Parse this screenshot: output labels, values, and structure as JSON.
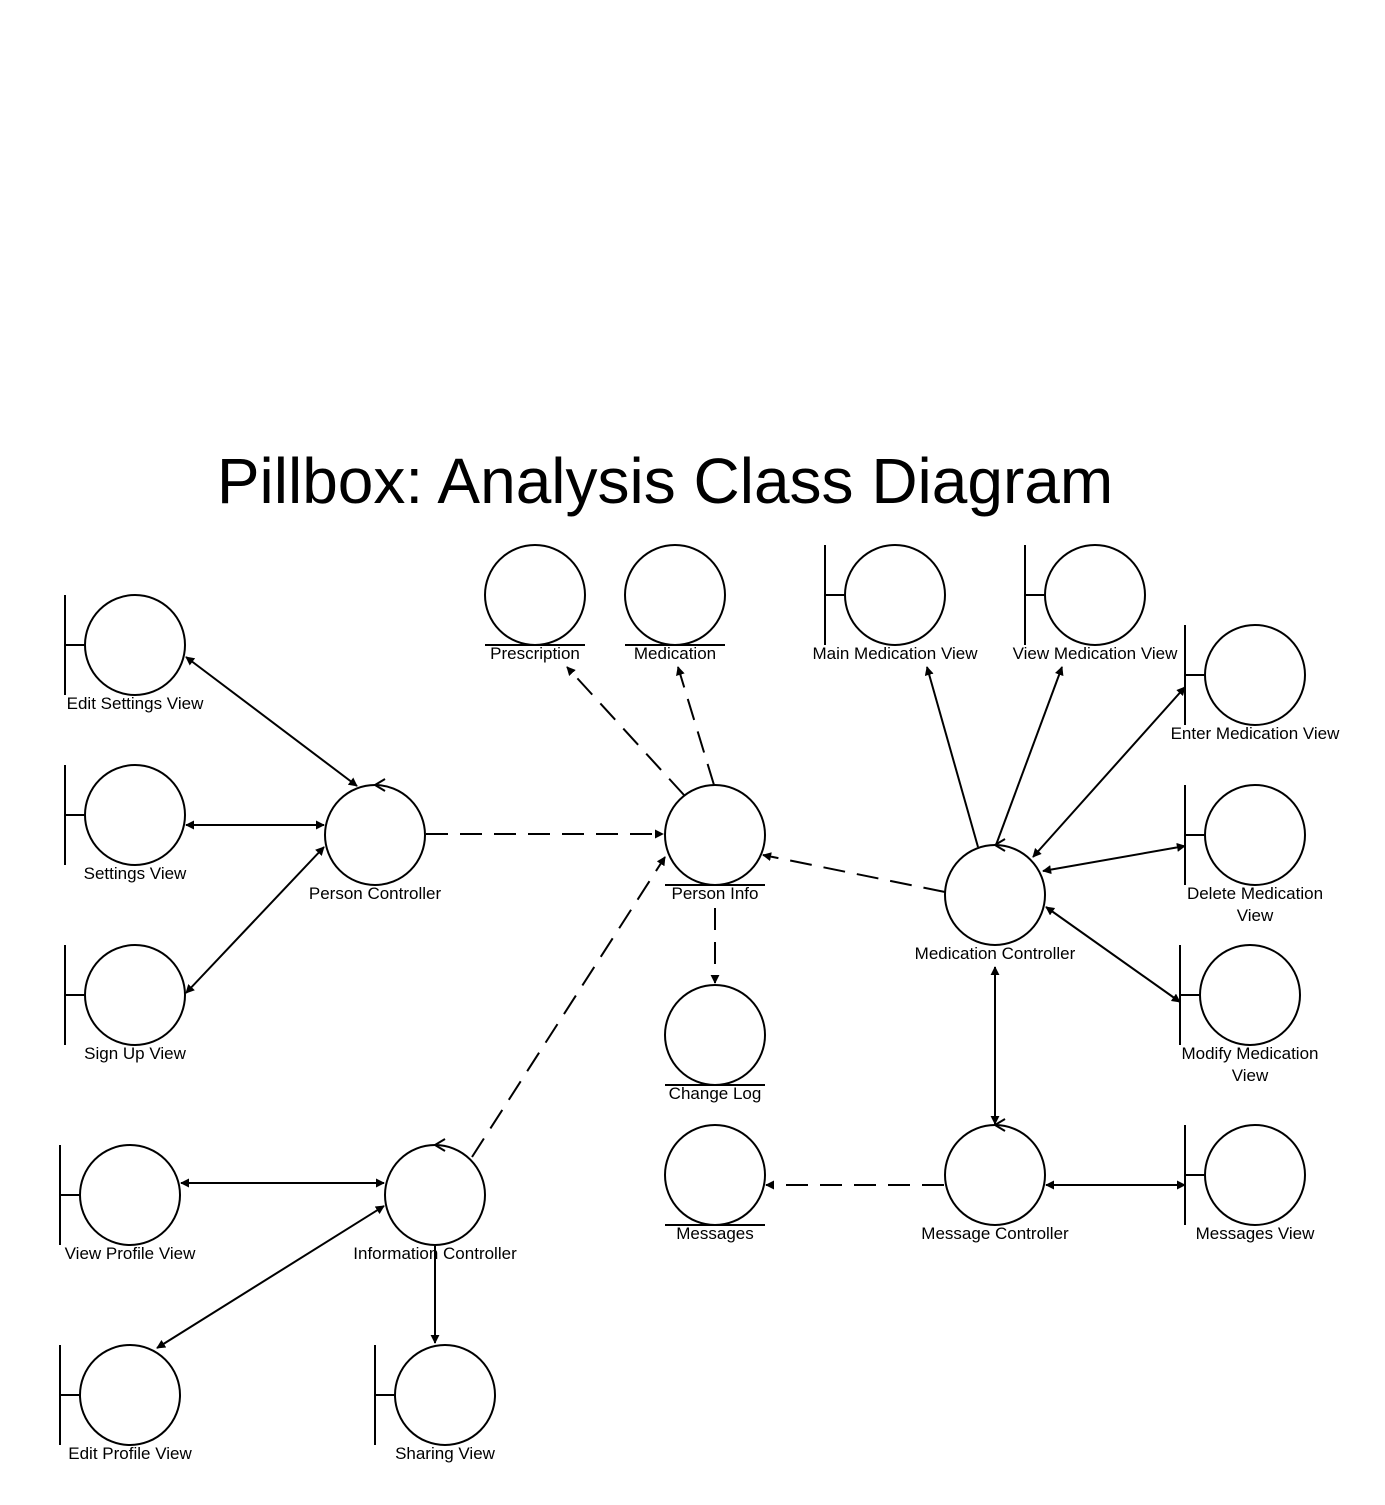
{
  "title": "Pillbox: Analysis Class Diagram",
  "labels": {
    "edit_settings_view": "Edit Settings View",
    "settings_view": "Settings View",
    "sign_up_view": "Sign Up View",
    "view_profile_view": "View Profile View",
    "edit_profile_view": "Edit Profile View",
    "person_controller": "Person Controller",
    "information_controller": "Information Controller",
    "sharing_view": "Sharing View",
    "prescription": "Prescription",
    "medication": "Medication",
    "person_info": "Person Info",
    "change_log": "Change Log",
    "messages": "Messages",
    "main_medication_view": "Main Medication View",
    "view_medication_view": "View Medication View",
    "enter_medication_view": "Enter Medication View",
    "delete_medication_view_1": "Delete Medication",
    "delete_medication_view_2": "View",
    "medication_controller": "Medication Controller",
    "modify_medication_view_1": "Modify Medication",
    "modify_medication_view_2": "View",
    "message_controller": "Message Controller",
    "messages_view": "Messages View"
  }
}
